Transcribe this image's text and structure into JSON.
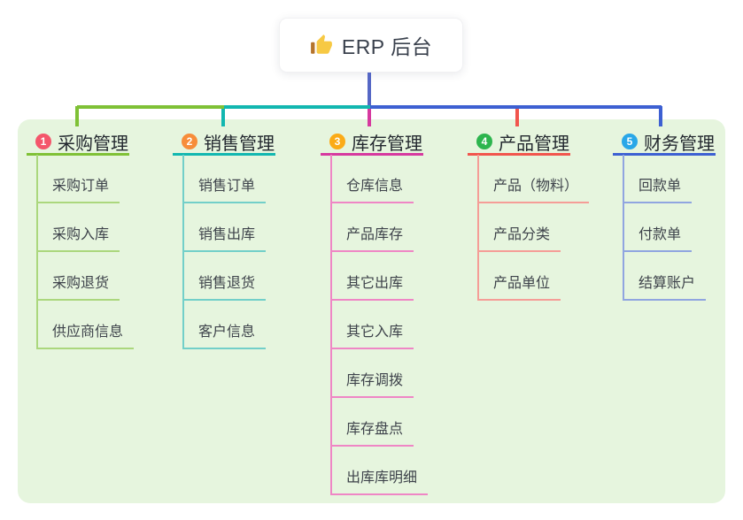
{
  "root": {
    "title": "ERP 后台",
    "icon": "thumbs-up-icon",
    "connector_color": "#5567c5"
  },
  "panel": {
    "background": "#e6f5de"
  },
  "branches": [
    {
      "badge": "1",
      "label": "采购管理",
      "colors": {
        "badge": "#f4566b",
        "line": "#7fc136",
        "light": "#abd77d"
      },
      "children": [
        "采购订单",
        "采购入库",
        "采购退货",
        "供应商信息"
      ]
    },
    {
      "badge": "2",
      "label": "销售管理",
      "colors": {
        "badge": "#f78d3a",
        "line": "#12b7b0",
        "light": "#72cfc9"
      },
      "children": [
        "销售订单",
        "销售出库",
        "销售退货",
        "客户信息"
      ]
    },
    {
      "badge": "3",
      "label": "库存管理",
      "colors": {
        "badge": "#fbab17",
        "line": "#d6399f",
        "light": "#ef86c5"
      },
      "children": [
        "仓库信息",
        "产品库存",
        "其它出库",
        "其它入库",
        "库存调拨",
        "库存盘点",
        "出库库明细"
      ]
    },
    {
      "badge": "4",
      "label": "产品管理",
      "colors": {
        "badge": "#2db54e",
        "line": "#f1554d",
        "light": "#f59d97"
      },
      "children": [
        "产品（物料）",
        "产品分类",
        "产品单位"
      ]
    },
    {
      "badge": "5",
      "label": "财务管理",
      "colors": {
        "badge": "#29a7e8",
        "line": "#3d60d2",
        "light": "#90a5e0"
      },
      "children": [
        "回款单",
        "付款单",
        "结算账户"
      ]
    }
  ]
}
